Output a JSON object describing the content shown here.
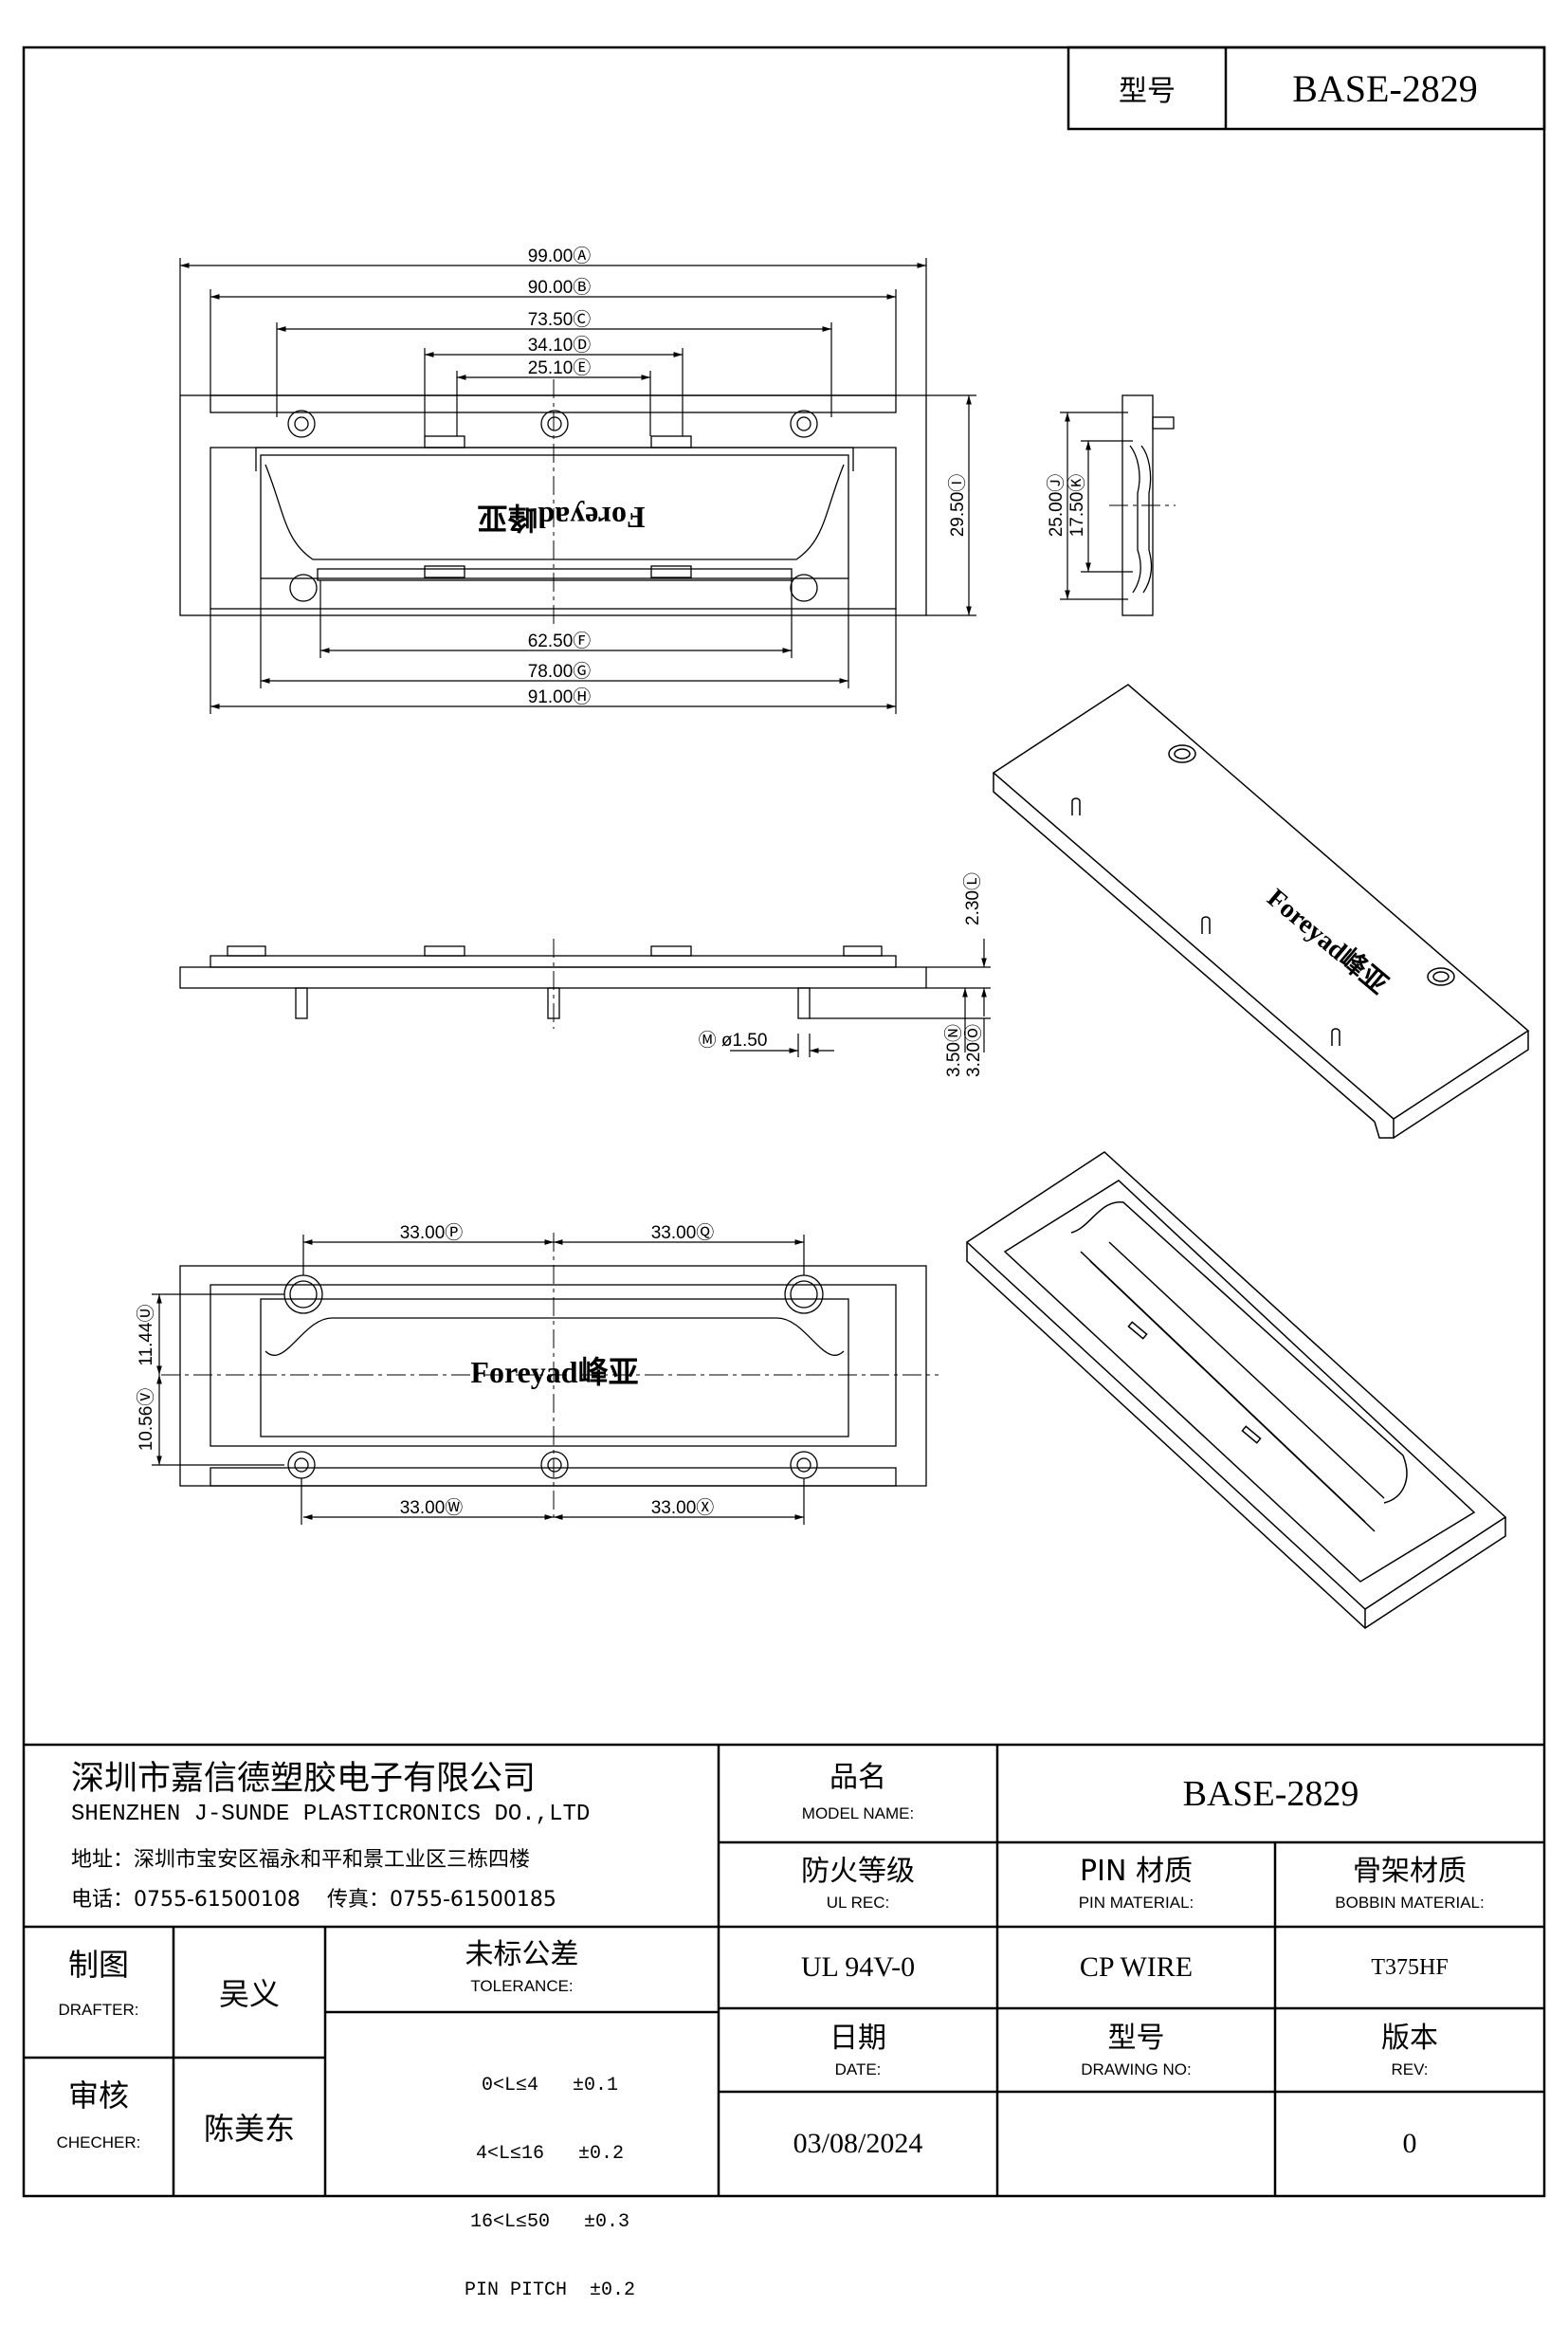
{
  "header": {
    "model_label": "型号",
    "model_value": "BASE-2829"
  },
  "drawing": {
    "dims_top": [
      "99.00Ⓐ",
      "90.00Ⓑ",
      "73.50Ⓒ",
      "34.10Ⓓ",
      "25.10Ⓔ"
    ],
    "dims_bottom": [
      "62.50Ⓕ",
      "78.00Ⓖ",
      "91.00Ⓗ"
    ],
    "dim_height_top": "29.50Ⓘ",
    "side_dims": [
      "25.00Ⓙ",
      "17.50Ⓚ"
    ],
    "elev_dims": {
      "thickness": "2.30Ⓛ",
      "pin_dia": "Ⓜ ø1.50",
      "pin_len1": "3.50Ⓝ",
      "pin_len2": "3.20Ⓞ"
    },
    "bottom_dims": {
      "p": "33.00Ⓟ",
      "q": "33.00Ⓠ",
      "w": "33.00Ⓦ",
      "x": "33.00Ⓧ",
      "u": "11.44Ⓤ",
      "v": "10.56Ⓥ"
    },
    "brand": "Foreyad峰亚"
  },
  "title_block": {
    "company_cn": "深圳市嘉信德塑胶电子有限公司",
    "company_en": "SHENZHEN J-SUNDE PLASTICRONICS DO.,LTD",
    "address": "地址：深圳市宝安区福永和平和景工业区三栋四楼",
    "phone": "电话：0755-61500108",
    "fax": "传真：0755-61500185",
    "product_name_cn": "品名",
    "product_name_en": "MODEL NAME:",
    "product_name_value": "BASE-2829",
    "fire_cn": "防火等级",
    "fire_en": "UL REC:",
    "fire_value": "UL 94V-0",
    "pin_cn": "PIN 材质",
    "pin_en": "PIN MATERIAL:",
    "pin_value": "CP WIRE",
    "bobbin_cn": "骨架材质",
    "bobbin_en": "BOBBIN MATERIAL:",
    "bobbin_value": "T375HF",
    "drafter_cn": "制图",
    "drafter_en": "DRAFTER:",
    "drafter_name": "吴义",
    "checker_cn": "审核",
    "checker_en": "CHECHER:",
    "checker_name": "陈美东",
    "tolerance_cn": "未标公差",
    "tolerance_en": "TOLERANCE:",
    "tolerances": [
      "0<L≤4   ±0.1",
      "4<L≤16   ±0.2",
      "16<L≤50   ±0.3",
      "PIN PITCH  ±0.2"
    ],
    "date_cn": "日期",
    "date_en": "DATE:",
    "date_value": "03/08/2024",
    "drawing_no_cn": "型号",
    "drawing_no_en": "DRAWING NO:",
    "drawing_no_value": "",
    "rev_cn": "版本",
    "rev_en": "REV:",
    "rev_value": "0"
  }
}
